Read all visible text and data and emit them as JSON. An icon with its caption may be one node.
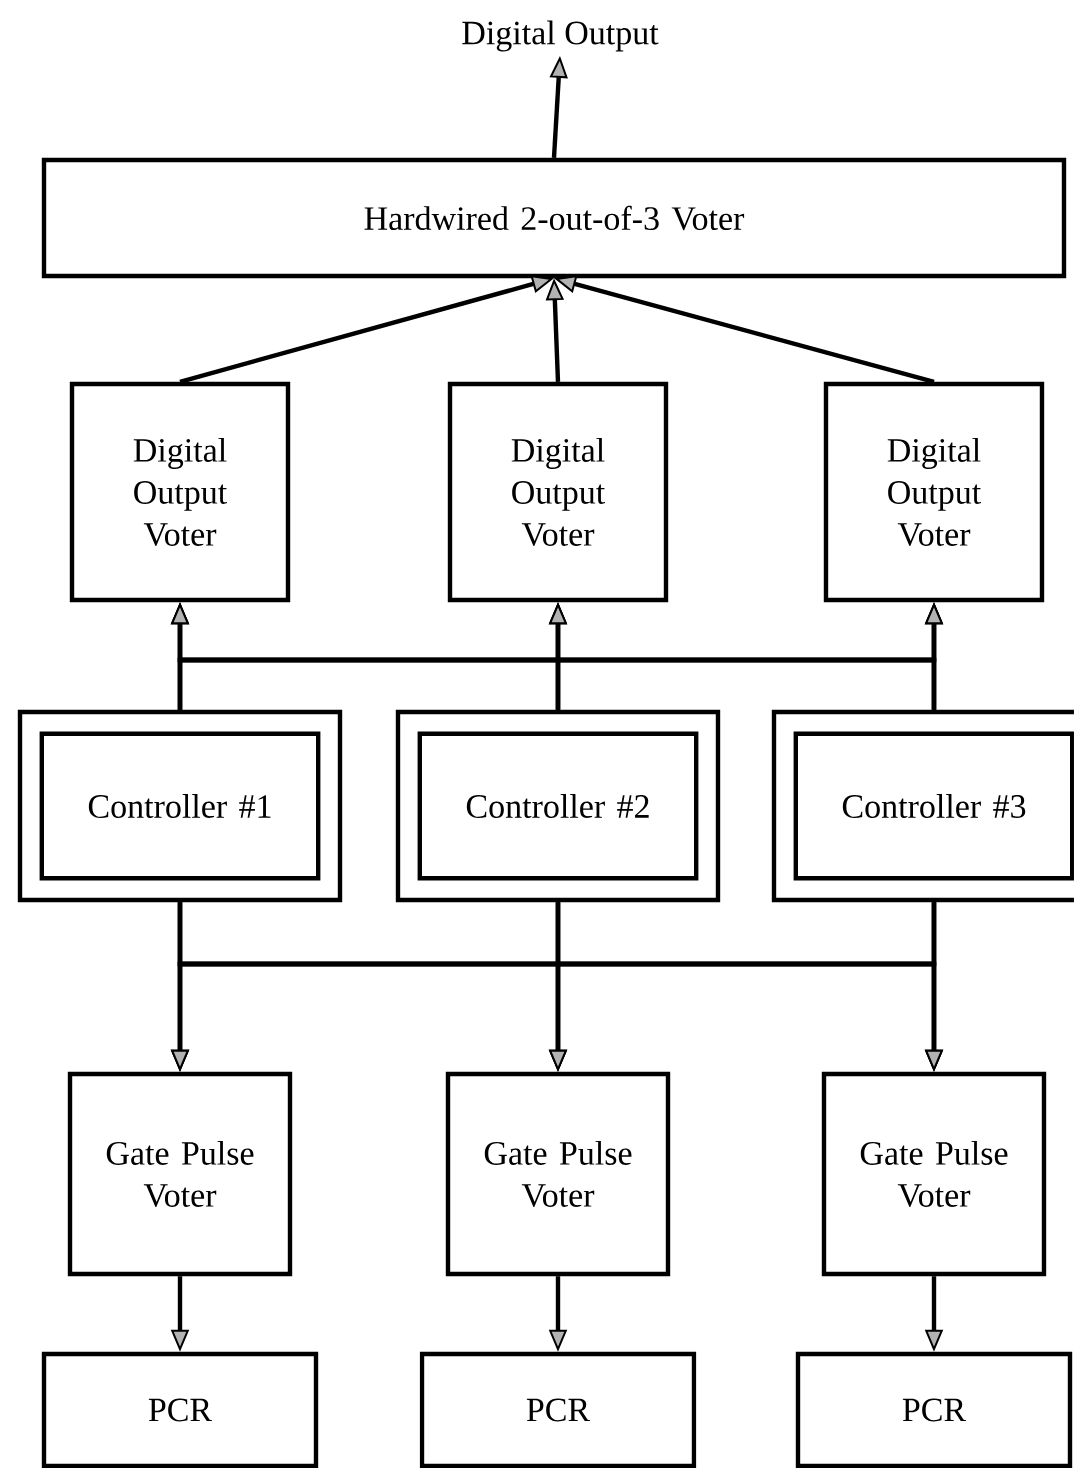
{
  "diagram": {
    "nodes": [
      {
        "text": [
          "Digital Output"
        ]
      },
      {
        "text": [
          "Hardwired 2-out-of-3 Voter"
        ]
      },
      {
        "text": [
          "Digital Output Voter"
        ]
      },
      {
        "text": [
          "Digital Output Voter"
        ]
      },
      {
        "text": [
          "Digital Output Voter"
        ]
      },
      {
        "text": [
          "Controller #1"
        ]
      },
      {
        "text": [
          "Controller #2"
        ]
      },
      {
        "text": [
          "Controller #3"
        ]
      },
      {
        "text": [
          "Gate Pulse Voter"
        ]
      },
      {
        "text": [
          "Gate Pulse Voter"
        ]
      },
      {
        "text": [
          "Gate Pulse Voter"
        ]
      },
      {
        "text": [
          "PCR"
        ]
      },
      {
        "text": [
          "PCR"
        ]
      },
      {
        "text": [
          "PCR"
        ]
      }
    ],
    "edges": [
      {
        "from": 1,
        "to": 0,
        "arrow": "to"
      },
      {
        "from": 2,
        "to": 1,
        "arrow": "to"
      },
      {
        "from": 3,
        "to": 1,
        "arrow": "to"
      },
      {
        "from": 4,
        "to": 1,
        "arrow": "to"
      },
      {
        "from": 5,
        "to": 2,
        "arrow": "to"
      },
      {
        "from": 5,
        "to": 3,
        "arrow": "to"
      },
      {
        "from": 5,
        "to": 4,
        "arrow": "to"
      },
      {
        "from": 6,
        "to": 2,
        "arrow": "to"
      },
      {
        "from": 6,
        "to": 3,
        "arrow": "to"
      },
      {
        "from": 6,
        "to": 4,
        "arrow": "to"
      },
      {
        "from": 7,
        "to": 2,
        "arrow": "to"
      },
      {
        "from": 7,
        "to": 3,
        "arrow": "to"
      },
      {
        "from": 7,
        "to": 4,
        "arrow": "to"
      },
      {
        "from": 5,
        "to": 8,
        "arrow": "to"
      },
      {
        "from": 5,
        "to": 9,
        "arrow": "to"
      },
      {
        "from": 5,
        "to": 10,
        "arrow": "to"
      },
      {
        "from": 6,
        "to": 8,
        "arrow": "to"
      },
      {
        "from": 6,
        "to": 9,
        "arrow": "to"
      },
      {
        "from": 6,
        "to": 10,
        "arrow": "to"
      },
      {
        "from": 7,
        "to": 8,
        "arrow": "to"
      },
      {
        "from": 7,
        "to": 9,
        "arrow": "to"
      },
      {
        "from": 7,
        "to": 10,
        "arrow": "to"
      },
      {
        "from": 8,
        "to": 11,
        "arrow": "to"
      },
      {
        "from": 9,
        "to": 12,
        "arrow": "to"
      },
      {
        "from": 10,
        "to": 13,
        "arrow": "to"
      }
    ]
  }
}
